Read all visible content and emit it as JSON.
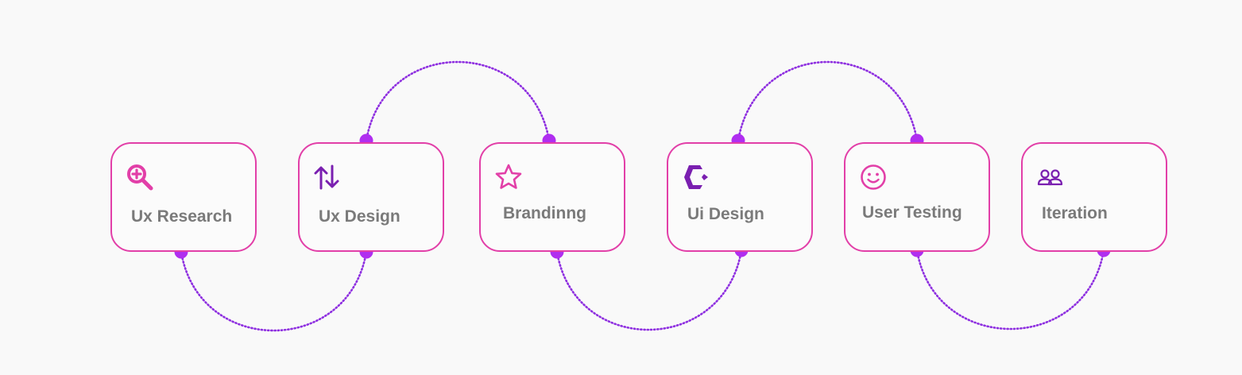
{
  "colors": {
    "card_border": "#e23fa8",
    "connector": "#8e2fe0",
    "dot": "#b02ef0",
    "icon_pink": "#e23fa8",
    "icon_purple": "#7a1fb0",
    "label": "#7a7a7a"
  },
  "steps": [
    {
      "id": "ux-research",
      "label": "Ux Research",
      "icon": "magnifier-plus-icon"
    },
    {
      "id": "ux-design",
      "label": "Ux Design",
      "icon": "swap-arrows-icon"
    },
    {
      "id": "brandinng",
      "label": "Brandinng",
      "icon": "star-icon"
    },
    {
      "id": "ui-design",
      "label": "Ui Design",
      "icon": "hexagon-c-icon"
    },
    {
      "id": "user-testing",
      "label": "User Testing",
      "icon": "smiley-icon"
    },
    {
      "id": "iteration",
      "label": "Iteration",
      "icon": "users-icon"
    }
  ],
  "connections": [
    {
      "from": "ux-research",
      "to": "ux-design",
      "side": "bottom"
    },
    {
      "from": "ux-design",
      "to": "brandinng",
      "side": "top"
    },
    {
      "from": "brandinng",
      "to": "ui-design",
      "side": "bottom"
    },
    {
      "from": "ui-design",
      "to": "user-testing",
      "side": "top"
    },
    {
      "from": "user-testing",
      "to": "iteration",
      "side": "bottom"
    }
  ]
}
